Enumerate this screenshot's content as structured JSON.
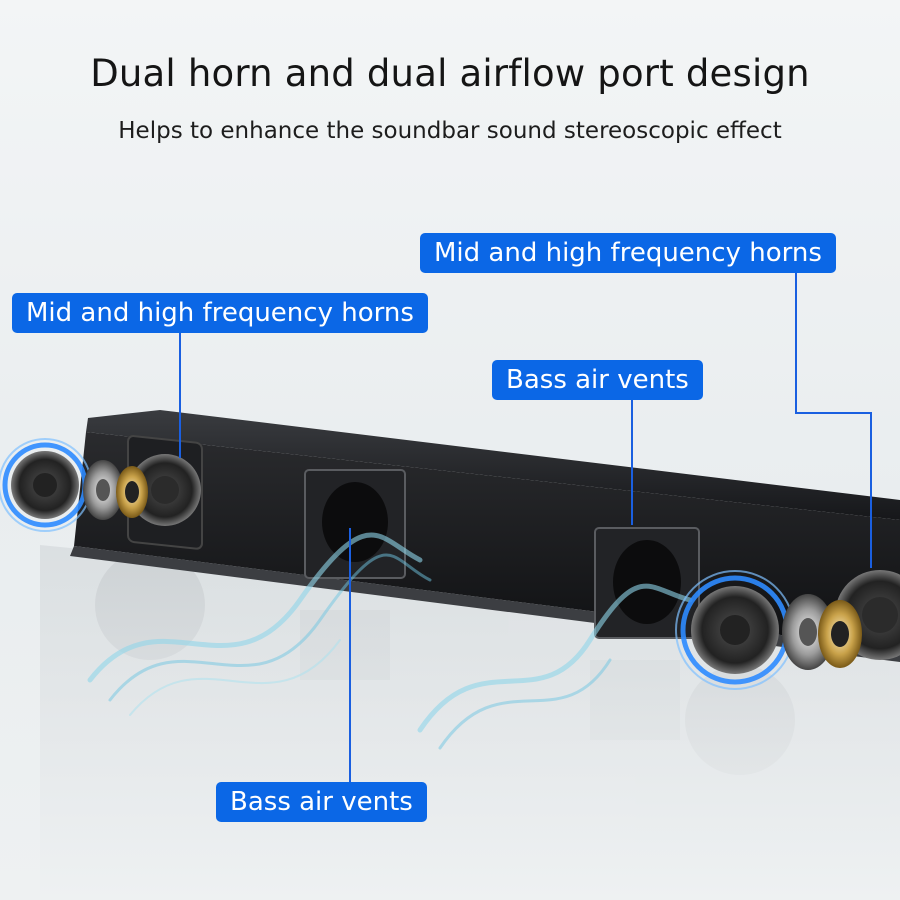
{
  "header": {
    "title": "Dual horn and dual airflow port design",
    "subtitle": "Helps to enhance the soundbar sound stereoscopic effect"
  },
  "callouts": [
    {
      "id": "left-horn",
      "text": "Mid and high frequency horns"
    },
    {
      "id": "right-horn",
      "text": "Mid and high frequency horns"
    },
    {
      "id": "right-vent",
      "text": "Bass air vents"
    },
    {
      "id": "left-vent",
      "text": "Bass air vents"
    }
  ],
  "colors": {
    "callout_bg": "#0b67e6",
    "callout_line": "#1a5fe0",
    "speaker_body": "#1b1c1e",
    "airflow": "#8fd6ea",
    "ring_glow": "#2d8bff"
  }
}
